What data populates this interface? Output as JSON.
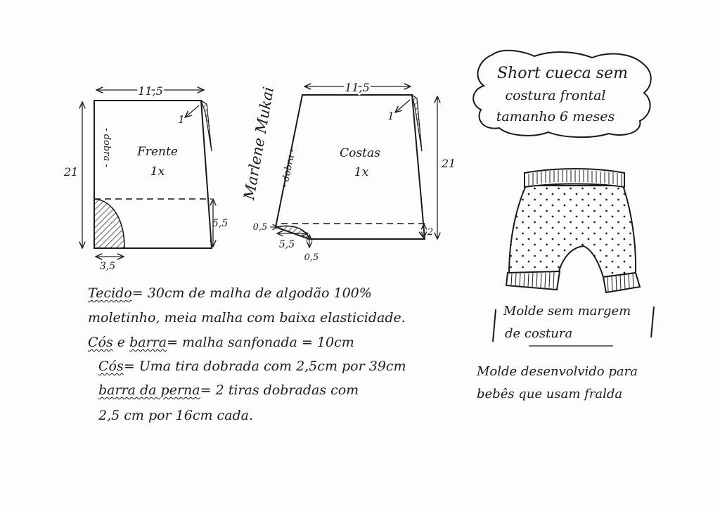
{
  "front": {
    "width": "11,5",
    "height": "21",
    "seam_offset": "1",
    "fold_label": "- dobra -",
    "name": "Frente",
    "count": "1x",
    "crotch_height": "5,5",
    "crotch_width": "3,5"
  },
  "back": {
    "width": "11,5",
    "height": "21",
    "seam_offset": "1",
    "fold_label": "- dobra -",
    "name": "Costas",
    "count": "1x",
    "left_offset": "0,5",
    "crotch_width": "5,5",
    "bottom_offset": "0,5",
    "hem_raise": "2"
  },
  "signature": "Marlene Mukai",
  "title": {
    "line1": "Short cueca sem",
    "line2": "costura frontal",
    "line3": "tamanho 6 meses"
  },
  "notes": {
    "tecido_label": "Tecido",
    "tecido_text": "= 30cm de malha de algodão 100%",
    "tecido_text2": "moletinho, meia malha com baixa elasticidade.",
    "cos_barra_label1": "Cós",
    "cos_barra_and": "e",
    "cos_barra_label2": "barra",
    "cos_barra_text": "= malha sanfonada = 10cm",
    "cos_label": "Cós",
    "cos_text": "= Uma tira dobrada com 2,5cm por 39cm",
    "barra_label": "barra da perna",
    "barra_text": "= 2 tiras dobradas com",
    "barra_text2": "2,5 cm por 16cm cada."
  },
  "no_margin_note": {
    "line1": "Molde sem margem",
    "line2": "de costura"
  },
  "diaper_note": {
    "line1": "Molde desenvolvido para",
    "line2": "bebês que usam fralda"
  }
}
